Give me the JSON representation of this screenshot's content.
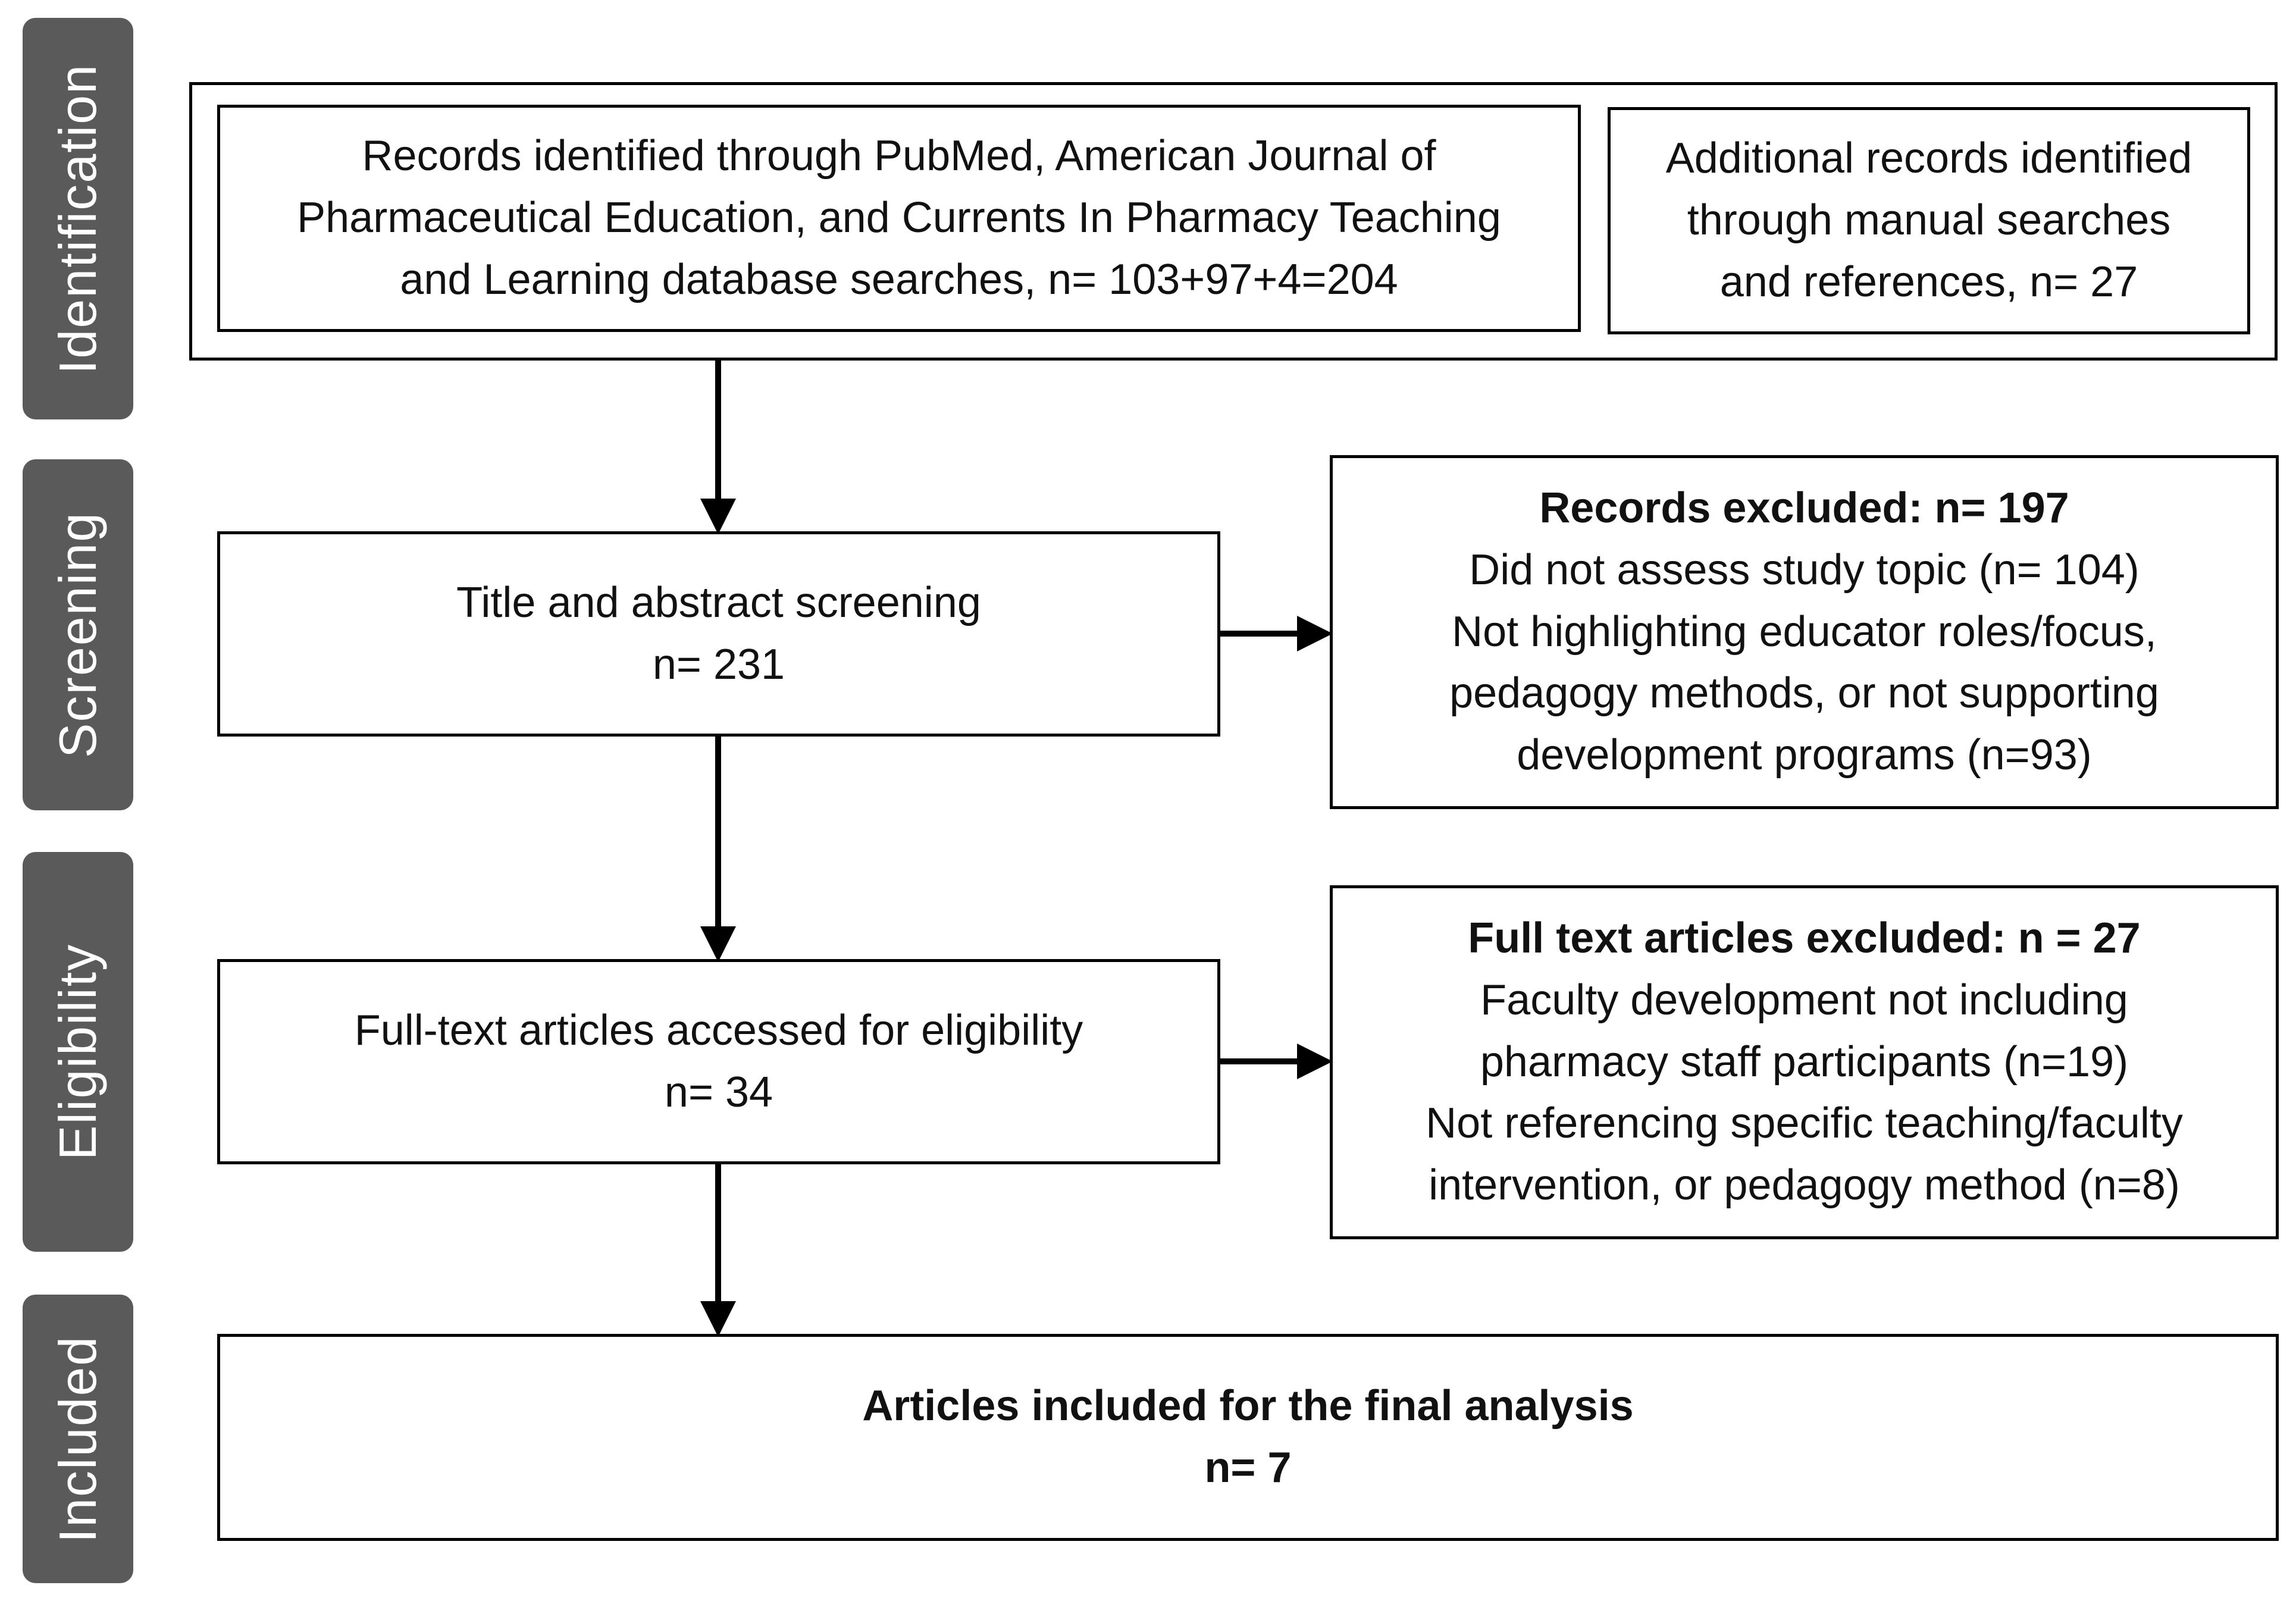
{
  "stages": [
    {
      "key": "identification",
      "label": "Identification"
    },
    {
      "key": "screening",
      "label": "Screening"
    },
    {
      "key": "eligibility",
      "label": "Eligibility"
    },
    {
      "key": "included",
      "label": "Included"
    }
  ],
  "identification": {
    "database_records": [
      "Records identified through PubMed, American Journal of",
      "Pharmaceutical Education, and Currents In Pharmacy Teaching",
      "and Learning database searches, n= 103+97+4=204"
    ],
    "additional_records": [
      "Additional records identified",
      "through manual searches",
      "and references, n= 27"
    ]
  },
  "screening": {
    "main": [
      "Title and abstract screening",
      "n= 231"
    ],
    "excluded_title": "Records excluded: n= 197",
    "excluded_lines": [
      "Did not assess study topic (n= 104)",
      "Not highlighting educator roles/focus,",
      "pedagogy methods, or not supporting",
      "development programs (n=93)"
    ]
  },
  "eligibility": {
    "main": [
      "Full-text articles accessed for eligibility",
      "n= 34"
    ],
    "excluded_title": "Full text articles excluded: n = 27",
    "excluded_lines": [
      "Faculty development not including",
      "pharmacy staff participants (n=19)",
      "Not referencing specific teaching/faculty",
      "intervention, or pedagogy method (n=8)"
    ]
  },
  "included": {
    "title": "Articles included for the final analysis",
    "count": "n= 7"
  }
}
